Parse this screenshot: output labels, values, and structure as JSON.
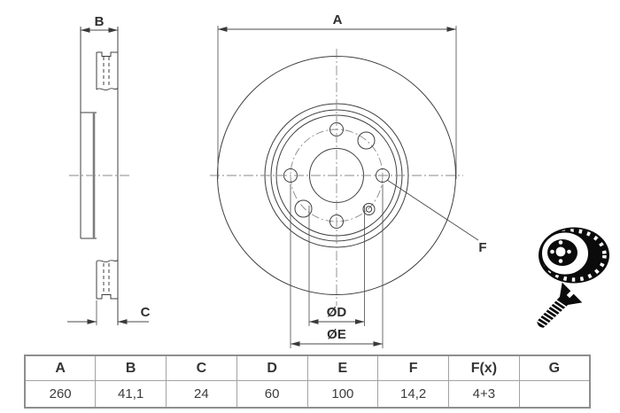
{
  "drawing": {
    "labels": {
      "outer_diameter": "A",
      "total_width": "B",
      "thickness": "C",
      "bore_diameter": "ØD",
      "bolt_circle_diameter": "ØE",
      "bolt_hole": "F"
    },
    "colors": {
      "line": "#3f3f3f",
      "dimension": "#4a4a4a",
      "centerline": "#8a8a8a",
      "hat_face": "#7d7d7d",
      "icon": "#0b0b0b"
    }
  },
  "icons": {
    "disc": "brake-disc-icon",
    "screw": "countersunk-screw-icon"
  },
  "table": {
    "headers": [
      "A",
      "B",
      "C",
      "D",
      "E",
      "F",
      "F(x)",
      "G"
    ],
    "values": [
      "260",
      "41,1",
      "24",
      "60",
      "100",
      "14,2",
      "4+3",
      ""
    ]
  }
}
